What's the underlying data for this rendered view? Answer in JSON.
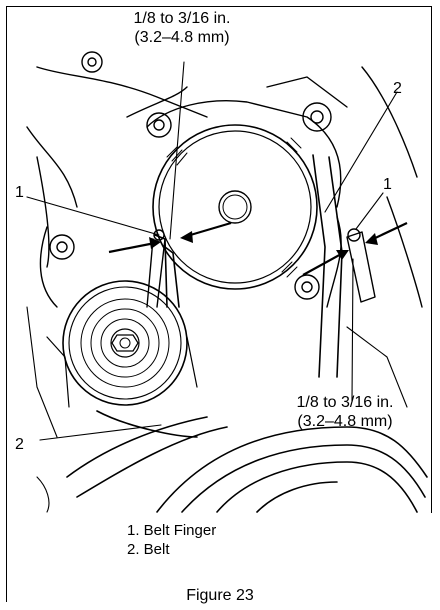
{
  "callouts": {
    "top_gap": {
      "line1": "1/8 to 3/16 in.",
      "line2": "(3.2–4.8 mm)"
    },
    "bottom_gap": {
      "line1": "1/8 to 3/16 in.",
      "line2": "(3.2–4.8 mm)"
    },
    "num_1_left": "1",
    "num_1_right": "1",
    "num_2_top": "2",
    "num_2_left": "2"
  },
  "legend": [
    {
      "label": "1.  Belt Finger"
    },
    {
      "label": "2.  Belt"
    }
  ],
  "caption": "Figure 23"
}
